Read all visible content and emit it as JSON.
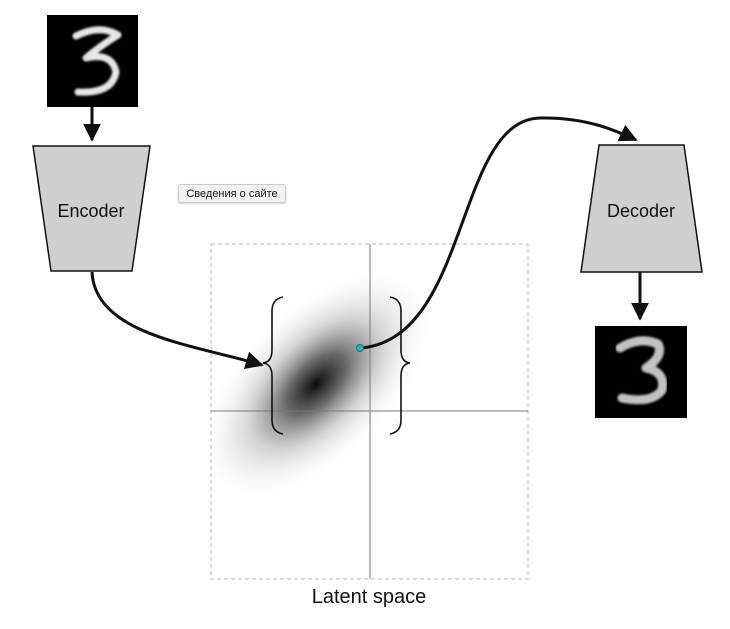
{
  "encoder": {
    "label": "Encoder"
  },
  "decoder": {
    "label": "Decoder"
  },
  "latent": {
    "caption": "Latent space"
  },
  "tooltip": {
    "text": "Сведения о сайте"
  },
  "colors": {
    "block_fill": "#cfcfcf",
    "stroke": "#111111",
    "axis": "#777777",
    "dashed_border": "#b5b5b5",
    "sample_point": "#2fb3b3"
  }
}
